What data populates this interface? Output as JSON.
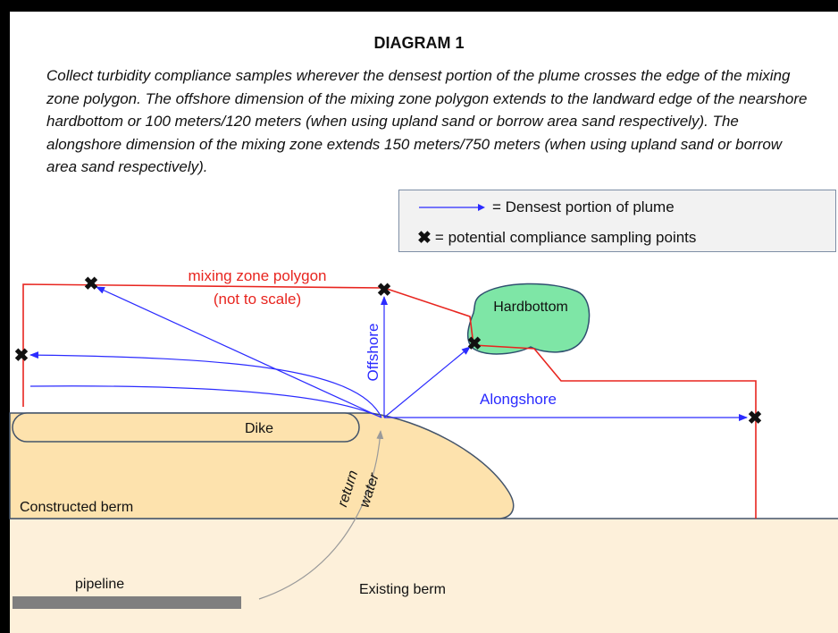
{
  "title": "DIAGRAM 1",
  "description": "Collect turbidity compliance samples wherever the densest portion of the plume crosses the edge of the mixing zone polygon. The offshore dimension of the mixing zone polygon extends to the landward edge of the nearshore hardbottom or 100 meters/120 meters (when using upland sand or borrow area sand respectively). The alongshore dimension of the mixing zone extends 150 meters/750 meters (when using upland sand or borrow area sand respectively).",
  "legend": {
    "plume_label": "= Densest portion of plume",
    "sampling_label": "= potential compliance sampling points"
  },
  "labels": {
    "mixing_zone_line1": "mixing zone polygon",
    "mixing_zone_line2": "(not to scale)",
    "hardbottom": "Hardbottom",
    "offshore": "Offshore",
    "alongshore": "Alongshore",
    "dike": "Dike",
    "return": "return",
    "water": "water",
    "constructed_berm": "Constructed berm",
    "pipeline": "pipeline",
    "existing_berm": "Existing berm"
  },
  "colors": {
    "arrow": "#2b2bff",
    "polygon": "#e8251f",
    "hardbottom_fill": "#7ee6a6",
    "berm_fill": "#fde2ad",
    "existing_berm_fill": "#fdf0da",
    "pipeline": "#7f7f7f"
  }
}
